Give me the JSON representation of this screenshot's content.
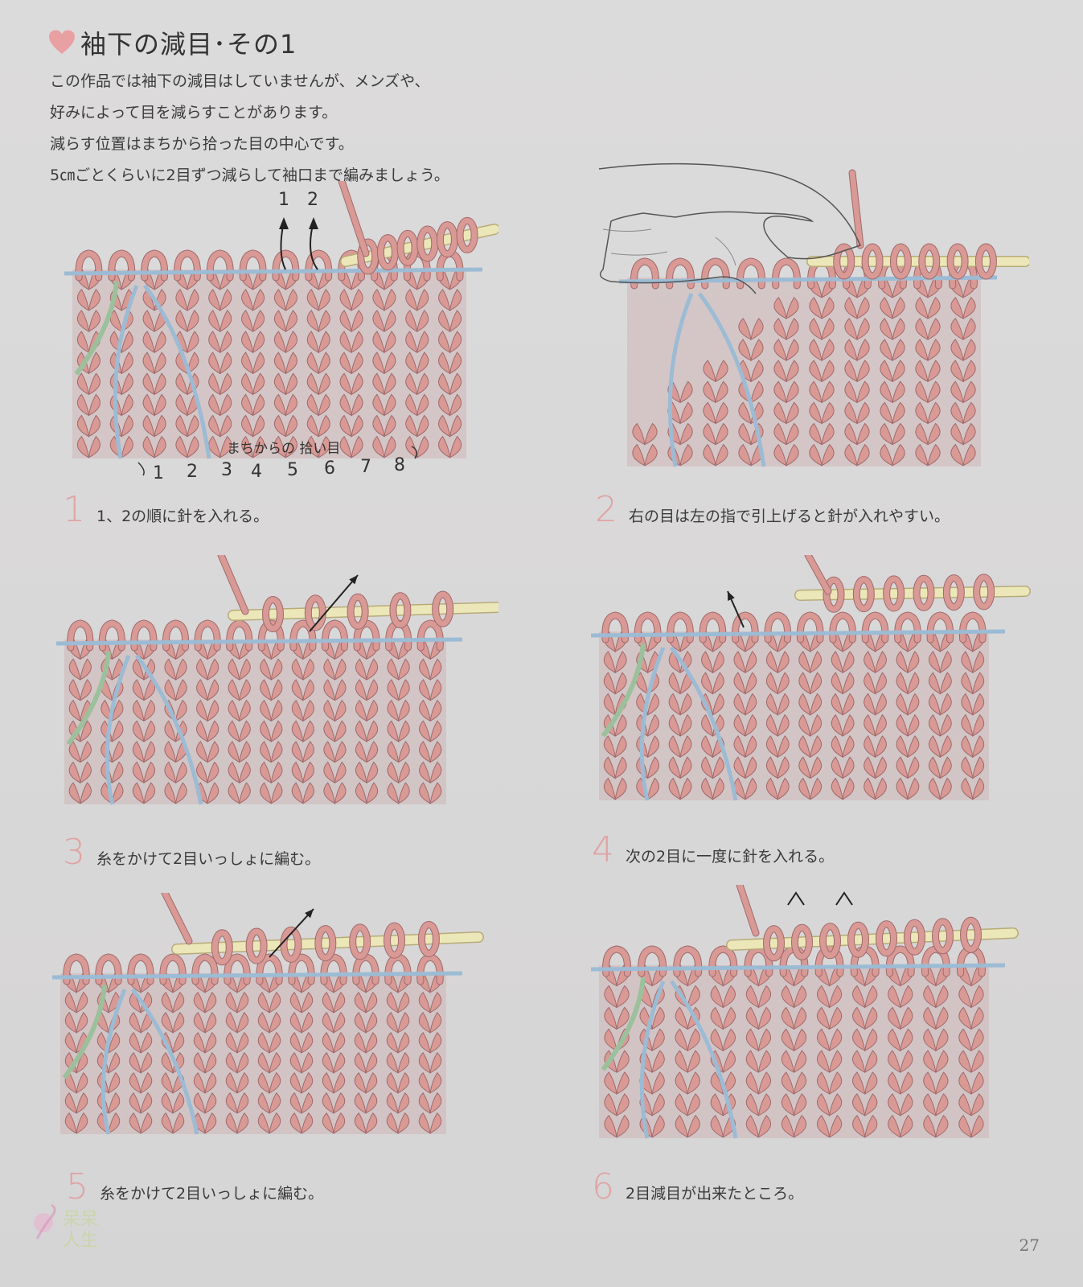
{
  "title": "袖下の減目･その1",
  "intro": [
    "この作品では袖下の減目はしていませんが、メンズや、",
    "好みによって目を減らすことがあります。",
    "減らす位置はまちから拾った目の中心です。",
    "5㎝ごとくらいに2目ずつ減らして袖口まで編みましょう。"
  ],
  "figure1": {
    "arrow_labels": [
      "1",
      "2"
    ],
    "pickup_label": "まちからの 拾い目",
    "pickup_numbers": [
      "1",
      "2",
      "3",
      "4",
      "5",
      "6",
      "7",
      "8"
    ]
  },
  "steps": [
    {
      "num": "1",
      "text": "1、2の順に針を入れる。"
    },
    {
      "num": "2",
      "text": "右の目は左の指で引上げると針が入れやすい。"
    },
    {
      "num": "3",
      "text": "糸をかけて2目いっしょに編む。"
    },
    {
      "num": "4",
      "text": "次の2目に一度に針を入れる。"
    },
    {
      "num": "5",
      "text": "糸をかけて2目いっしょに編む。"
    },
    {
      "num": "6",
      "text": "2目減目が出来たところ。"
    }
  ],
  "page_number": "27",
  "watermark": [
    "呆呆",
    "人生"
  ],
  "colors": {
    "yarn": "#d99a96",
    "yarn_dark": "#9f6a6c",
    "needle": "#ece7b8",
    "thread_blue": "#9cbbd4",
    "thread_green": "#9cc09c",
    "step_number": "#e0a3a3"
  }
}
